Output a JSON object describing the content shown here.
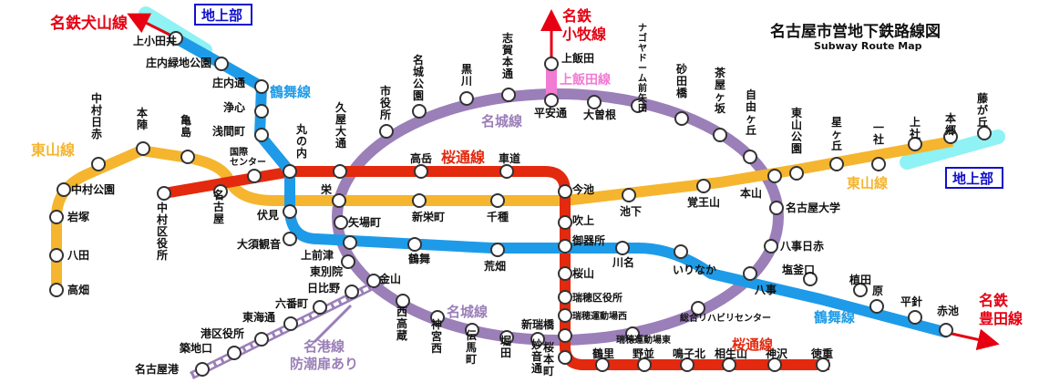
{
  "header": {
    "title": "名古屋市営地下鉄路線図",
    "subtitle": "Subway Route Map"
  },
  "labels": {
    "meitetsu_inuyama": "名鉄犬山線",
    "meitetsu_komaki_1": "名鉄",
    "meitetsu_komaki_2": "小牧線",
    "meitetsu_toyota_1": "名鉄",
    "meitetsu_toyota_2": "豊田線",
    "chijobu": "地上部",
    "line_tsurumai": "鶴舞線",
    "line_higashiyama": "東山線",
    "line_meijo": "名城線",
    "line_sakuradori": "桜通線",
    "line_kamiiida": "上飯田線",
    "line_meiko_1": "名港線",
    "line_meiko_2": "防潮扉あり"
  },
  "colors": {
    "higashiyama": "#f5b52e",
    "meijo": "#9b7fb8",
    "tsurumai": "#1e9be8",
    "sakuradori": "#e3290e",
    "kamiiida": "#f27bd3",
    "meitetsu": "#e60012",
    "above_ground": "#8ff2f4",
    "box_blue": "#1010cc"
  },
  "stations": {
    "kamiotai": "上小田井",
    "shonai_ryokuchi": "庄内緑地公園",
    "shonai_dori": "庄内通",
    "joshin": "浄心",
    "sengencho": "浅間町",
    "marunouchi": "丸の内",
    "fushimi": "伏見",
    "osu_kannon": "大須観音",
    "kamimaezu": "上前津",
    "tsurumai": "鶴舞",
    "arahata": "荒畑",
    "gokiso": "御器所",
    "kawana": "川名",
    "irinaka": "いりなか",
    "yagoto": "八事",
    "shiogamaguchi": "塩釜口",
    "ueda": "植田",
    "hara": "原",
    "hirabari": "平針",
    "akaike": "赤池",
    "takabata": "高畑",
    "hatta": "八田",
    "iwatsuka": "岩塚",
    "nakamura_koen": "中村公園",
    "nakamura_nisseki": "中村日赤",
    "honjin": "本陣",
    "kamejima": "亀島",
    "nagoya": "名古屋",
    "sakae": "栄",
    "shinsakaemachi": "新栄町",
    "chikusa": "千種",
    "imaike": "今池",
    "ikeshita": "池下",
    "kakuozan": "覚王山",
    "motoyama": "本山",
    "higashiyama_koen": "東山公園",
    "hoshigaoka": "星ヶ丘",
    "issha": "一社",
    "kamiyashiro": "上社",
    "hongo": "本郷",
    "fujigaoka": "藤が丘",
    "nakamura_kuyakusho": "中村区役所",
    "kokusai_center": "国際\nセンター",
    "hisaya_odori": "久屋大通",
    "takaoka": "高岳",
    "kurumamichi": "車道",
    "fukiage": "吹上",
    "sakurayama": "桜山",
    "mizuho_kuyakusho": "瑞穂区役所",
    "mizuho_undojo_nishi": "瑞穂運動場西",
    "aratama_bashi": "新瑞橋",
    "sakura_hommachi": "桜本町",
    "tsurusato": "鶴里",
    "nonami": "野並",
    "narumi_kita": "鳴子北",
    "aioiyama": "相生山",
    "kamisawa": "神沢",
    "tokushige": "徳重",
    "shiyakusho": "市役所",
    "meijo_koen": "名城公園",
    "kurokawa": "黒川",
    "shiga_hondori": "志賀本通",
    "heian_dori": "平安通",
    "ozone": "大曽根",
    "nagoya_dome": "ナゴヤドーム前矢田",
    "sunada_bashi": "砂田橋",
    "chayagasaka": "茶屋ヶ坂",
    "jiyugaoka": "自由ヶ丘",
    "nagoya_daigaku": "名古屋大学",
    "yagoto_nisseki": "八事日赤",
    "sogo_rehab": "総合リハビリセンター",
    "mizuho_undojo_higashi": "瑞穂運動場東",
    "myoon_dori": "妙音通",
    "horita": "堀田",
    "temma_cho": "伝馬町",
    "jingu_nishi": "神宮西",
    "nishi_takakura": "西高蔵",
    "kanayama": "金山",
    "higashi_betsuin": "東別院",
    "yabacho": "矢場町",
    "hibino": "日比野",
    "rokubancho": "六番町",
    "tokai_dori": "東海通",
    "minato_kuyakusho": "港区役所",
    "tsukiji_guchi": "築地口",
    "nagoyako": "名古屋港",
    "kamiiida": "上飯田"
  }
}
